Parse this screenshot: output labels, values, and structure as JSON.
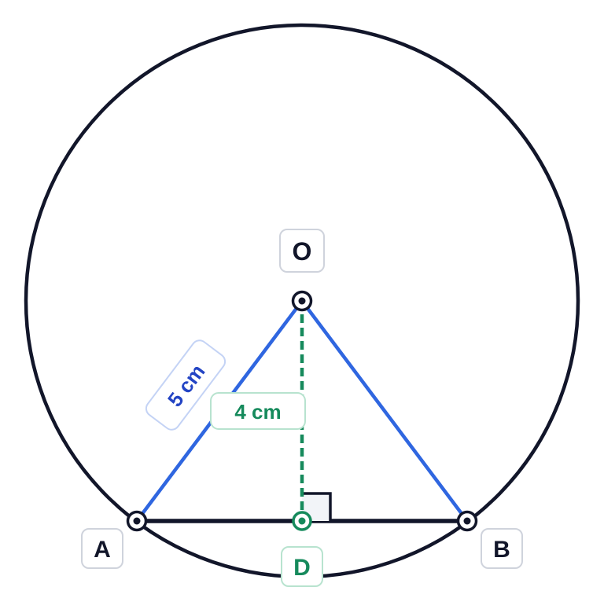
{
  "diagram": {
    "points": {
      "O": {
        "label": "O"
      },
      "A": {
        "label": "A"
      },
      "B": {
        "label": "B"
      },
      "D": {
        "label": "D"
      }
    },
    "measurements": {
      "radius_label": "5 cm",
      "height_label": "4 cm"
    },
    "colors": {
      "circle": "#12162a",
      "chord": "#12162a",
      "radius": "#2f66e0",
      "radius_text": "#2344c4",
      "height": "#168a5c",
      "label_border_gray": "#cfd3dc",
      "label_border_blue": "#c4d3f5",
      "label_border_green": "#b8e3cf"
    }
  }
}
